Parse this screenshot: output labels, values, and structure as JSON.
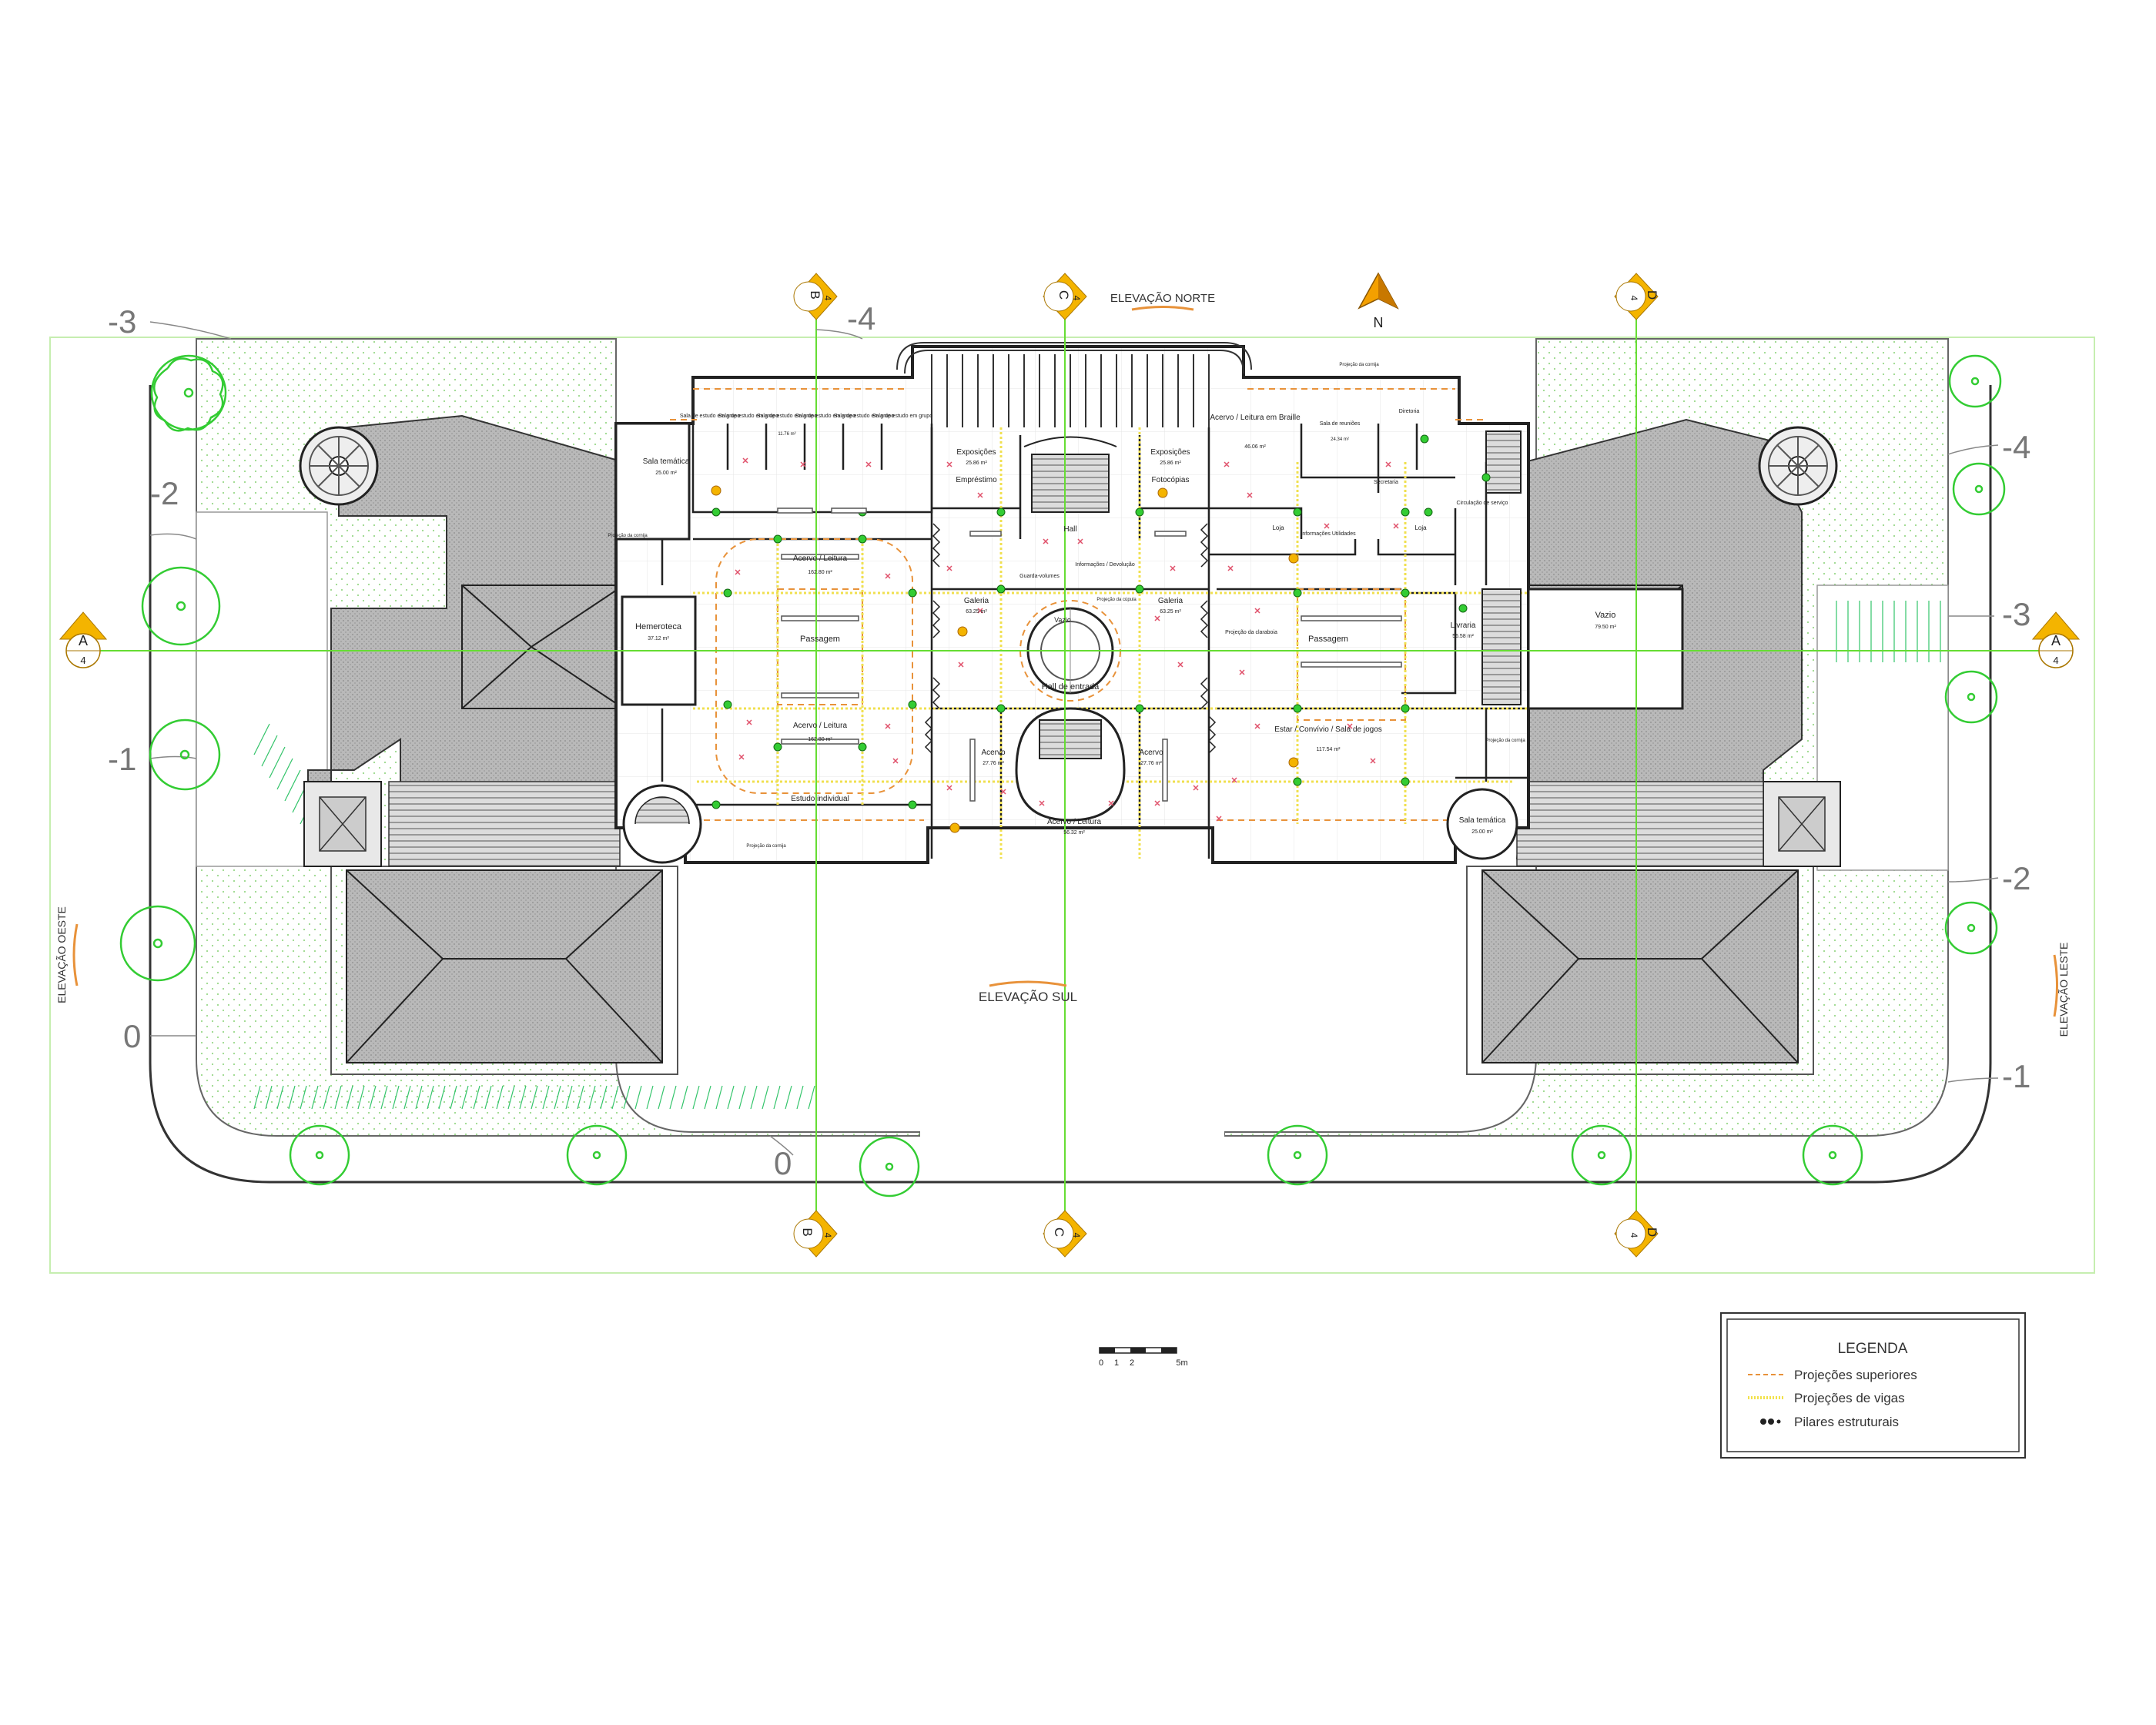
{
  "elevations": {
    "north": "ELEVAÇÃO NORTE",
    "south": "ELEVAÇÃO SUL",
    "west": "ELEVAÇÃO OESTE",
    "east": "ELEVAÇÃO LESTE"
  },
  "north_arrow": "N",
  "section_markers": {
    "B": "B",
    "C": "C",
    "D": "D",
    "A": "A",
    "sheet": "4"
  },
  "levels": {
    "m3": "-3",
    "m4": "-4",
    "m2": "-2",
    "m1": "-1",
    "z": "0"
  },
  "rooms": {
    "sala_tematica": "Sala temática",
    "sala_tematica_area": "25.00 m²",
    "sala_estudo": "Sala de estudo em grupo",
    "sala_estudo_area": "11.76 m²",
    "acervo_braille": "Acervo / Leitura em Braille",
    "acervo_braille_area": "46.06 m²",
    "reunioes": "Sala de reuniões",
    "reunioes_area": "24.34 m²",
    "diretoria": "Diretoria",
    "secretaria": "Secretaria",
    "exposicoes": "Exposições",
    "exposicoes_area": "25.86 m²",
    "emprestimo": "Empréstimo",
    "fotocopias": "Fotocópias",
    "hall": "Hall",
    "loja": "Loja",
    "informacoes": "Informações Utilidades",
    "acervo_leitura": "Acervo / Leitura",
    "acervo_leitura_area": "162.80 m²",
    "galeria": "Galeria",
    "galeria_area": "63.25 m²",
    "guarda_volumes": "Guarda-volumes",
    "info_devolucao": "Informações / Devolução",
    "hemeroteca": "Hemeroteca",
    "hemeroteca_area": "37.12 m²",
    "passagem": "Passagem",
    "vazio": "Vazio",
    "vazio_area": "79.50 m²",
    "livraria": "Livraria",
    "livraria_area": "56.58 m²",
    "hall_entrada": "Hall de entrada",
    "estar": "Estar / Convívio / Sala de jogos",
    "estar_area": "117.54 m²",
    "acervo": "Acervo",
    "acervo_area": "27.76 m²",
    "acervo_leitura_s": "Acervo / Leitura",
    "acervo_leitura_s_area": "56.32 m²",
    "estudo_individual": "Estudo individual",
    "projecao_cornija": "Projeção da cornija",
    "projecao_cupula": "Projeção da cúpula",
    "circulacao_servico": "Circulação de serviço",
    "projecao_claraboia": "Projeção da claraboia"
  },
  "scale": {
    "ticks": [
      "0",
      "1",
      "2",
      "5m"
    ]
  },
  "legend": {
    "title": "LEGENDA",
    "items": [
      {
        "label": "Projeções superiores",
        "color": "#e8923a",
        "style": "dashed"
      },
      {
        "label": "Projeções de vigas",
        "color": "#f2e24a",
        "style": "dotted"
      },
      {
        "label": "Pilares estruturais",
        "color": "#222222",
        "style": "dots"
      }
    ]
  },
  "colors": {
    "axis": "#66dd33",
    "roof": "#b5b5b5",
    "marker": "#f4b400",
    "tree": "#33cc33",
    "landscape": "#d8f0c8",
    "wall": "#222222"
  }
}
